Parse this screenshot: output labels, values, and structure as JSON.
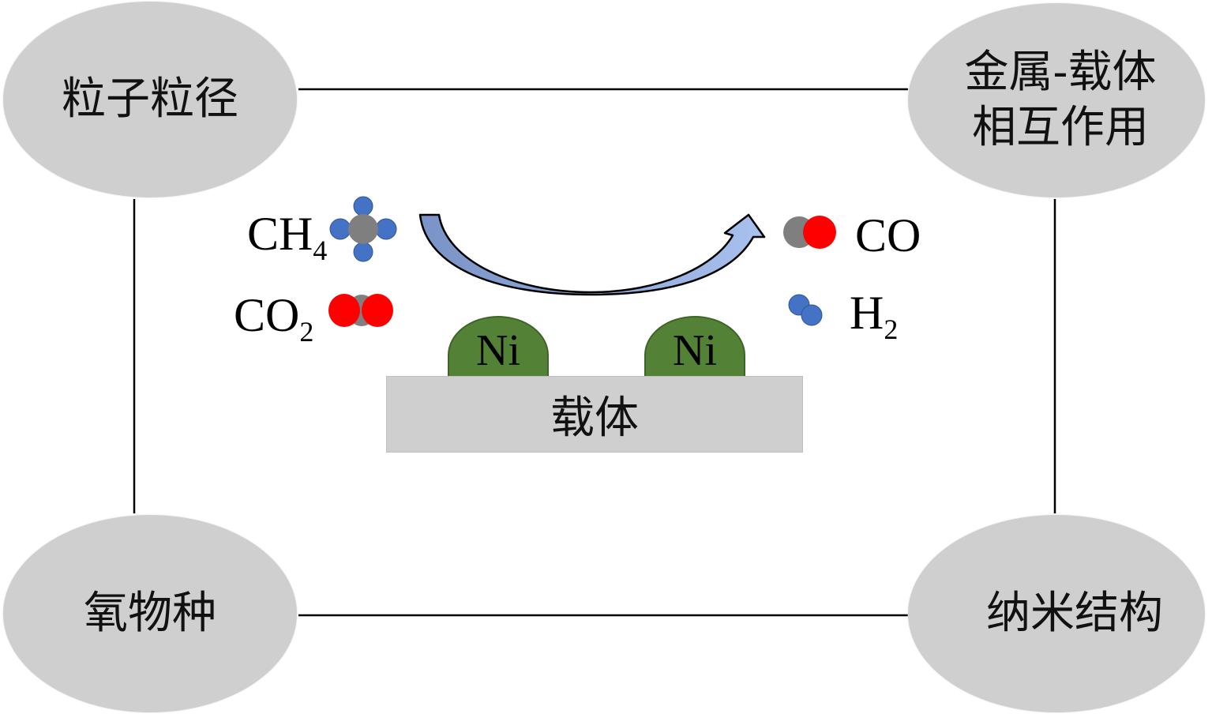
{
  "diagram": {
    "corner_nodes": [
      {
        "id": "top-left",
        "label": "粒子粒径"
      },
      {
        "id": "top-right",
        "label": "金属-载体\n相互作用"
      },
      {
        "id": "bottom-left",
        "label": "氧物种"
      },
      {
        "id": "bottom-right",
        "label": "纳米结构"
      }
    ],
    "reactants": [
      {
        "formula": "CH",
        "subscript": "4",
        "molecule": "methane"
      },
      {
        "formula": "CO",
        "subscript": "2",
        "molecule": "carbon-dioxide"
      }
    ],
    "products": [
      {
        "formula": "CO",
        "subscript": "",
        "molecule": "carbon-monoxide"
      },
      {
        "formula": "H",
        "subscript": "2",
        "molecule": "hydrogen"
      }
    ],
    "catalyst": {
      "particles": [
        {
          "label": "Ni"
        },
        {
          "label": "Ni"
        }
      ],
      "support_label": "载体"
    },
    "colors": {
      "node_fill": "#d0cfd0",
      "carbon": "#7f7f7f",
      "hydrogen": "#4472c4",
      "oxygen": "#ff0000",
      "nickel": "#538135",
      "arrow_fill": "#8ea9db",
      "support": "#cfcfcf"
    }
  }
}
